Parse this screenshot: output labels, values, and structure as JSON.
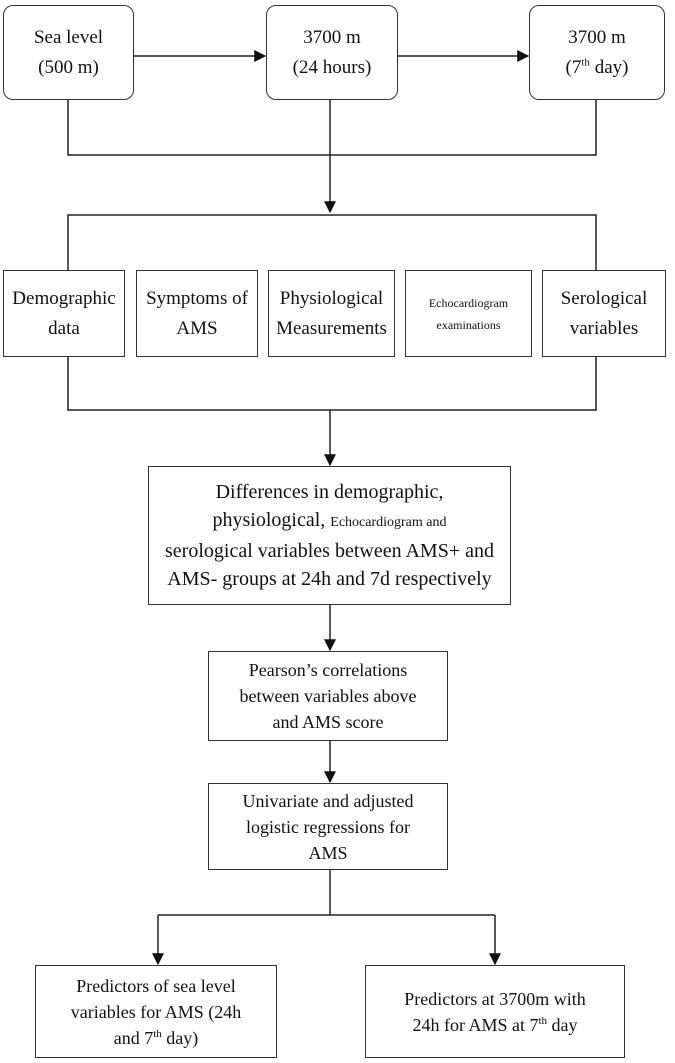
{
  "top": {
    "sea_level": {
      "line1": "Sea level",
      "line2": "(500 m)"
    },
    "h24": {
      "line1": "3700 m",
      "line2": "(24 hours)"
    },
    "d7": {
      "line1": "3700 m",
      "line2_pre": "(7",
      "line2_sup": "th",
      "line2_post": " day)"
    }
  },
  "categories": {
    "demographic": {
      "line1": "Demographic",
      "line2": "data"
    },
    "symptoms": {
      "line1": "Symptoms of",
      "line2": "AMS"
    },
    "physiological": {
      "line1": "Physiological",
      "line2": "Measurements"
    },
    "echo": {
      "line1": "Echocardiogram",
      "line2": "examinations"
    },
    "serological": {
      "line1": "Serological",
      "line2": "variables"
    }
  },
  "differences": {
    "line1": "Differences in demographic,",
    "line2_a": "physiological, ",
    "line2_b": "Echocardiogram and",
    "line3": "serological variables between AMS+ and",
    "line4": "AMS- groups at 24h and 7d respectively"
  },
  "pearson": {
    "line1": "Pearson’s correlations",
    "line2": "between variables above",
    "line3": "and AMS score"
  },
  "univariate": {
    "line1": "Univariate and adjusted",
    "line2": "logistic regressions for",
    "line3": "AMS"
  },
  "predictors_sea": {
    "line1": "Predictors of sea level",
    "line2": "variables for AMS (24h",
    "line3_pre": "and 7",
    "line3_sup": "th",
    "line3_post": " day)"
  },
  "predictors_3700": {
    "line1": "Predictors at 3700m with",
    "line2_pre": "24h for AMS at 7",
    "line2_sup": "th",
    "line2_post": " day"
  }
}
